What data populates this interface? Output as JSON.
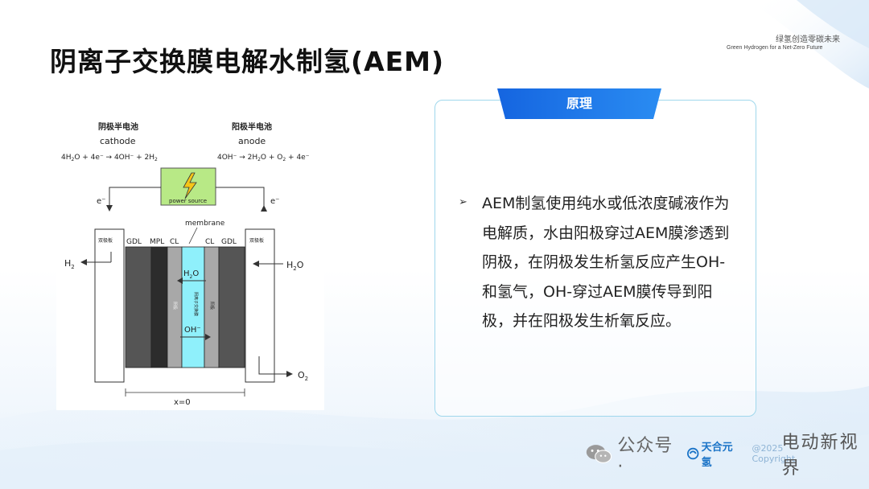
{
  "title": "阴离子交换膜电解水制氢(AEM)",
  "brand": {
    "cn": "绿氢创造零碳未来",
    "en": "Green Hydrogen for a Net-Zero Future"
  },
  "panel": {
    "tab_label": "原理",
    "bullet": "AEM制氢使用纯水或低浓度碱液作为电解质，水由阳极穿过AEM膜渗透到阴极，在阴极发生析氢反应产生OH-和氢气，OH-穿过AEM膜传导到阳极，并在阳极发生析氧反应。"
  },
  "figure": {
    "cathode_cn": "阴极半电池",
    "anode_cn": "阳极半电池",
    "cathode": "cathode",
    "anode": "anode",
    "power_source": "power source",
    "e_left": "e⁻",
    "e_right": "e⁻",
    "membrane": "membrane",
    "bipolar_left": "双极板",
    "bipolar_right": "双极板",
    "gdl_left": "GDL",
    "mpl": "MPL",
    "cl_left": "CL",
    "cl_right": "CL",
    "gdl_right": "GDL",
    "h2": "H",
    "h2_sub": "2",
    "h2o_right": "H",
    "h2o_right_sub": "2",
    "h2o_right_o": "O",
    "h2o_mid": "H",
    "h2o_mid_sub": "2",
    "h2o_mid_o": "O",
    "oh_mid": "OH⁻",
    "o2": "O",
    "o2_sub": "2",
    "x0": "x=0",
    "layer_cathode": "阴极",
    "layer_membrane": "阴离子交换膜",
    "layer_anode": "阳极"
  },
  "footer": {
    "wechat_label": "公众号 ·",
    "logo_text": "天合元氢",
    "copyright": "@2025 Copyright",
    "channel": "电动新视界"
  },
  "colors": {
    "accent": "#1e7be6",
    "panel_border": "#9fd7ec",
    "membrane": "#8ff0fb",
    "power_box": "#b8e986"
  }
}
